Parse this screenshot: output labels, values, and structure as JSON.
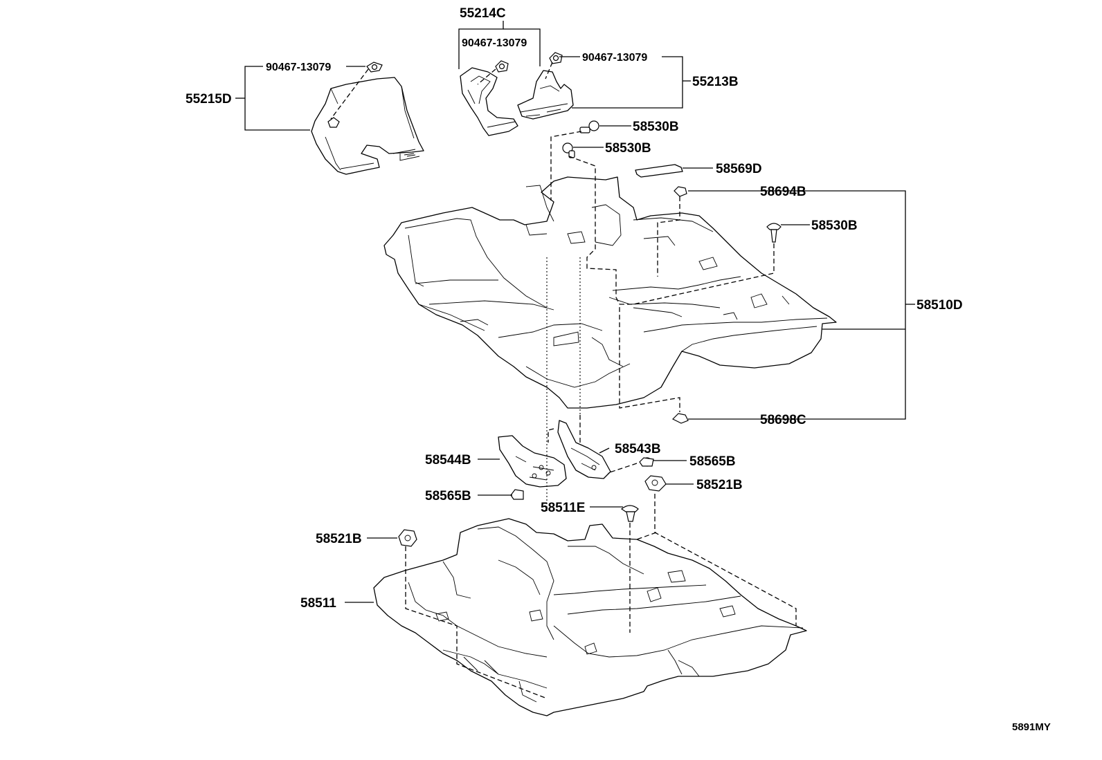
{
  "labels": {
    "p55214C": "55214C",
    "p90467_a": "90467-13079",
    "p90467_b": "90467-13079",
    "p90467_c": "90467-13079",
    "p55215D": "55215D",
    "p55213B": "55213B",
    "p58530B_a": "58530B",
    "p58530B_b": "58530B",
    "p58569D": "58569D",
    "p58694B": "58694B",
    "p58530B_c": "58530B",
    "p58510D": "58510D",
    "p58698C": "58698C",
    "p58543B": "58543B",
    "p58544B": "58544B",
    "p58565B_a": "58565B",
    "p58565B_b": "58565B",
    "p58521B_a": "58521B",
    "p58511E": "58511E",
    "p58521B_b": "58521B",
    "p58511": "58511"
  },
  "diagram_code": "5891MY"
}
